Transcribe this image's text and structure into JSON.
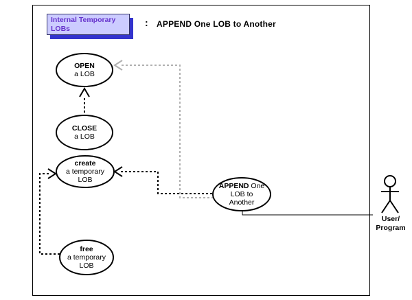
{
  "header": {
    "tab": {
      "line1": "Internal Temporary",
      "line2": "LOBs"
    },
    "separator": ":",
    "title": "APPEND One LOB to Another"
  },
  "use_cases": {
    "open": {
      "line1": "OPEN",
      "line2": "a LOB"
    },
    "close": {
      "line1": "CLOSE",
      "line2": "a LOB"
    },
    "create": {
      "line1": "create",
      "line2": "a temporary",
      "line3": "LOB"
    },
    "free": {
      "line1": "free",
      "line2": "a temporary",
      "line3": "LOB"
    },
    "append": {
      "line1_bold": "APPEND",
      "line1_rest": " One",
      "line2": "LOB to",
      "line3": "Another"
    }
  },
  "actor": {
    "line1": "User/",
    "line2": "Program"
  },
  "edges": [
    {
      "from": "close-a-lob",
      "to": "open-a-lob",
      "style": "dashed-black-arrow"
    },
    {
      "from": "free-a-temporary-lob",
      "to": "create-a-temporary-lob",
      "style": "dashed-black-arrow"
    },
    {
      "from": "append-one-lob-to-another",
      "to": "create-a-temporary-lob",
      "style": "dashed-black-arrow"
    },
    {
      "from": "append-one-lob-to-another",
      "to": "open-a-lob",
      "style": "dashed-gray-arrow"
    },
    {
      "from": "append-one-lob-to-another",
      "to": "user-program-actor",
      "style": "solid-line"
    }
  ],
  "colors": {
    "line": "#000000",
    "gray_line": "#b0b0b0",
    "tab_fill": "#ccccff",
    "tab_shadow": "#3333cc",
    "tab_border": "#333366",
    "tab_text": "#6633cc"
  }
}
